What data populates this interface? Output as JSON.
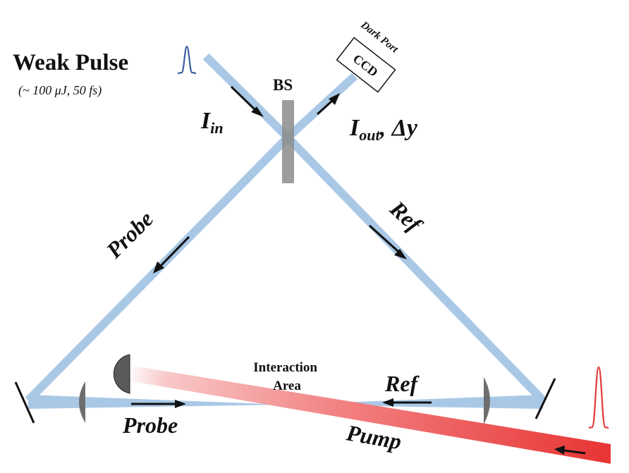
{
  "labels": {
    "title": "Weak Pulse",
    "subtitle": "(~ 100 μJ, 50 fs)",
    "bs": "BS",
    "iin_main": "I",
    "iin_sub": "in",
    "iout_main": "I",
    "iout_sub": "out",
    "iout_suffix": ", Δy",
    "dark_port": "Dark Port",
    "ccd": "CCD",
    "probe_upper": "Probe",
    "ref_upper": "Ref",
    "interaction_line1": "Interaction",
    "interaction_line2": "Area",
    "ref_lower": "Ref",
    "probe_lower": "Probe",
    "pump": "Pump"
  },
  "colors": {
    "beam_blue": "#a9c8e6",
    "pump_red": "#ee4040",
    "pulse_blue": "#3a5f9e",
    "pulse_red": "#e03a3a",
    "bs_gray": "#8c8c8c",
    "detector_gray": "#5a5a5a",
    "text": "#111111"
  },
  "icons": {
    "weak_pulse": "gaussian-pulse-icon",
    "pump_pulse": "gaussian-pulse-icon",
    "detector": "photodiode-detector-icon",
    "lens": "cylindrical-lens-icon",
    "mirror": "mirror-icon",
    "camera": "ccd-camera-icon"
  }
}
